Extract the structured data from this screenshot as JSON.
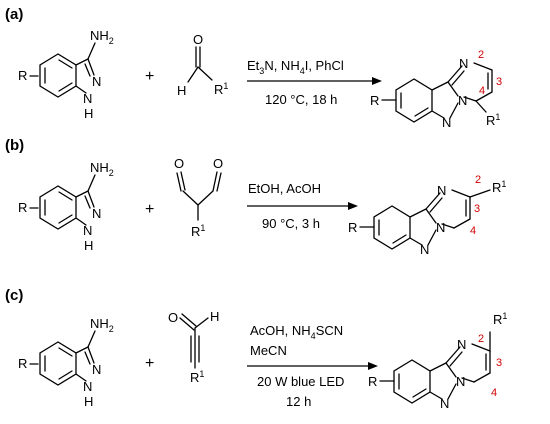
{
  "panels": [
    {
      "label": "(a)",
      "indazole": {
        "nh2": "NH",
        "nh2_sub": "2",
        "r": "R",
        "n": "N",
        "nh": "N",
        "h": "H"
      },
      "plus": "+",
      "aldehyde": {
        "o": "O",
        "h": "H",
        "r1": "R",
        "r1_sup": "1"
      },
      "conditions": {
        "line1_a": "Et",
        "line1_a_sub": "3",
        "line1_b": "N, NH",
        "line1_b_sub": "4",
        "line1_c": "I, PhCl",
        "line2": "120 °C, 18 h"
      },
      "product": {
        "r": "R",
        "n1": "N",
        "n2": "N",
        "n3": "N",
        "r1": "R",
        "r1_sup": "1",
        "pos": [
          "2",
          "3",
          "4"
        ]
      }
    },
    {
      "label": "(b)",
      "indazole": {
        "nh2": "NH",
        "nh2_sub": "2",
        "r": "R",
        "n": "N",
        "nh": "N",
        "h": "H"
      },
      "plus": "+",
      "malonaldehyde": {
        "o1": "O",
        "o2": "O",
        "r1": "R",
        "r1_sup": "1"
      },
      "conditions": {
        "line1": "EtOH, AcOH",
        "line2": "90 °C, 3 h"
      },
      "product": {
        "r": "R",
        "n1": "N",
        "n2": "N",
        "n3": "N",
        "r1": "R",
        "r1_sup": "1",
        "pos": [
          "2",
          "3",
          "4"
        ]
      }
    },
    {
      "label": "(c)",
      "indazole": {
        "nh2": "NH",
        "nh2_sub": "2",
        "r": "R",
        "n": "N",
        "nh": "N",
        "h": "H"
      },
      "plus": "+",
      "ynal": {
        "o": "O",
        "h": "H",
        "r1": "R",
        "r1_sup": "1"
      },
      "conditions": {
        "line1_a": "AcOH, NH",
        "line1_a_sub": "4",
        "line1_b": "SCN",
        "line2": "MeCN",
        "line3": "20 W blue LED",
        "line4": "12 h"
      },
      "product": {
        "r": "R",
        "n1": "N",
        "n2": "N",
        "n3": "N",
        "r1": "R",
        "r1_sup": "1",
        "pos": [
          "2",
          "3",
          "4"
        ]
      }
    }
  ]
}
